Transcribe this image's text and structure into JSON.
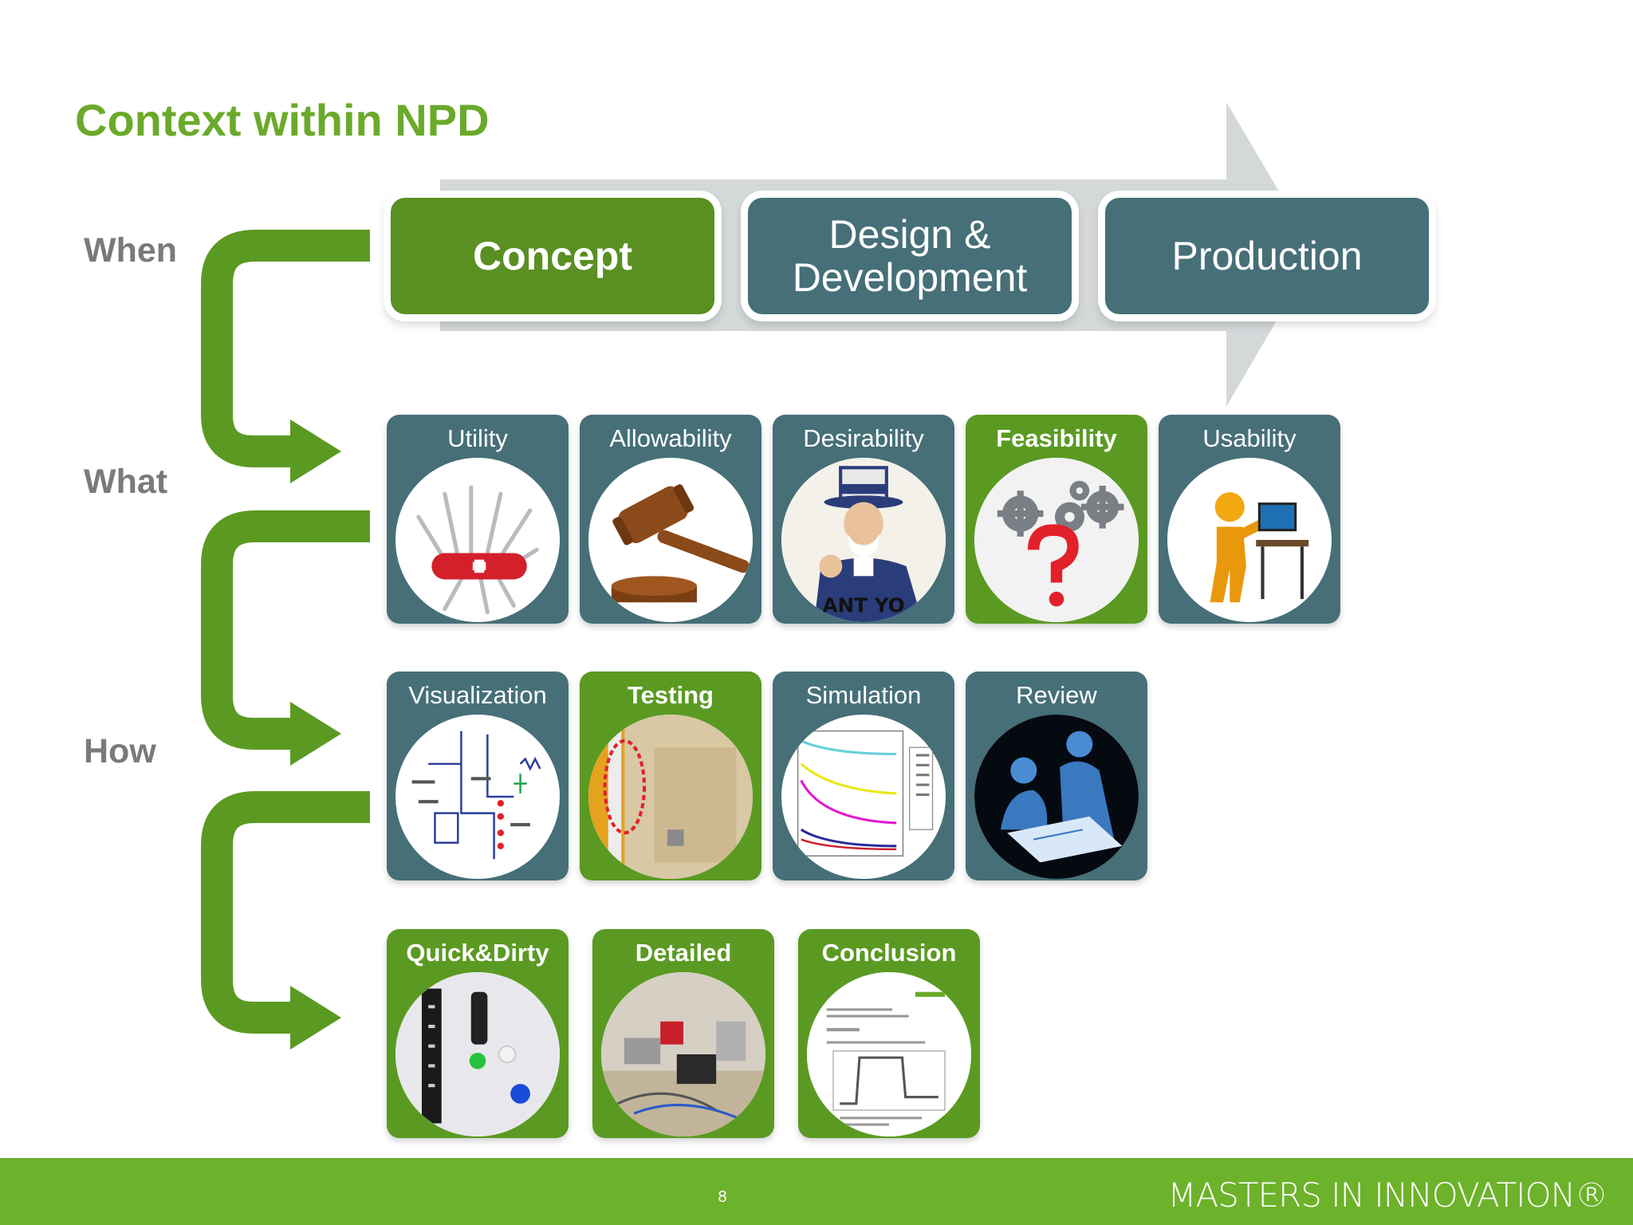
{
  "slide": {
    "title": "Context within NPD",
    "page_number": "8",
    "logo_text": "MASTERS IN INNOVATION®"
  },
  "row_labels": {
    "when": "When",
    "what": "What",
    "how": "How"
  },
  "phases": [
    {
      "label": "Concept",
      "active": true
    },
    {
      "label": "Design &\nDevelopment",
      "active": false
    },
    {
      "label": "Production",
      "active": false
    }
  ],
  "what_items": [
    {
      "label": "Utility",
      "icon": "swiss-army-knife-icon",
      "highlight": false
    },
    {
      "label": "Allowability",
      "icon": "gavel-icon",
      "highlight": false
    },
    {
      "label": "Desirability",
      "icon": "uncle-sam-icon",
      "highlight": false,
      "image_text": "ANT YO"
    },
    {
      "label": "Feasibility",
      "icon": "gears-question-icon",
      "highlight": true
    },
    {
      "label": "Usability",
      "icon": "figure-at-computer-icon",
      "highlight": false
    }
  ],
  "how_items": [
    {
      "label": "Visualization",
      "icon": "schematic-diagram-icon",
      "highlight": false
    },
    {
      "label": "Testing",
      "icon": "test-photo-icon",
      "highlight": true
    },
    {
      "label": "Simulation",
      "icon": "simulation-plot-icon",
      "highlight": false
    },
    {
      "label": "Review",
      "icon": "people-reviewing-icon",
      "highlight": false
    }
  ],
  "test_items": [
    {
      "label": "Quick&Dirty",
      "icon": "quick-test-photo-icon",
      "highlight": true
    },
    {
      "label": "Detailed",
      "icon": "lab-setup-photo-icon",
      "highlight": true
    },
    {
      "label": "Conclusion",
      "icon": "report-document-icon",
      "highlight": true
    }
  ],
  "colors": {
    "title_green": "#6aaa2a",
    "active_green": "#5a8f22",
    "teal": "#466f78",
    "arrow_grey": "#d4d8d9",
    "footer_green": "#6db22b",
    "label_grey": "#7a7a7a"
  }
}
